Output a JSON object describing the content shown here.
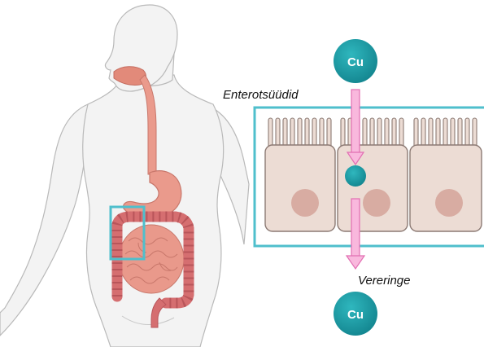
{
  "labels": {
    "enterocytes": "Enterotsüüdid",
    "circulation": "Vereringe"
  },
  "ions": {
    "top": "Cu",
    "bottom": "Cu"
  },
  "colors": {
    "highlight_box": "#4fbfcc",
    "copper_ion": "#1e9aa3",
    "arrow_fill": "#f9b8dd",
    "arrow_stroke": "#e26fb2",
    "cell_fill": "#ecdcd4",
    "cell_stroke": "#8c7a74",
    "nucleus": "#d8aca2",
    "body_fill": "#f3f3f3",
    "body_stroke": "#b9b9b9",
    "gut": "#e58d80",
    "colon": "#d56e70"
  },
  "icons": [
    "human-body-silhouette",
    "digestive-tract",
    "enterocyte-cells",
    "copper-ion",
    "down-arrow"
  ]
}
